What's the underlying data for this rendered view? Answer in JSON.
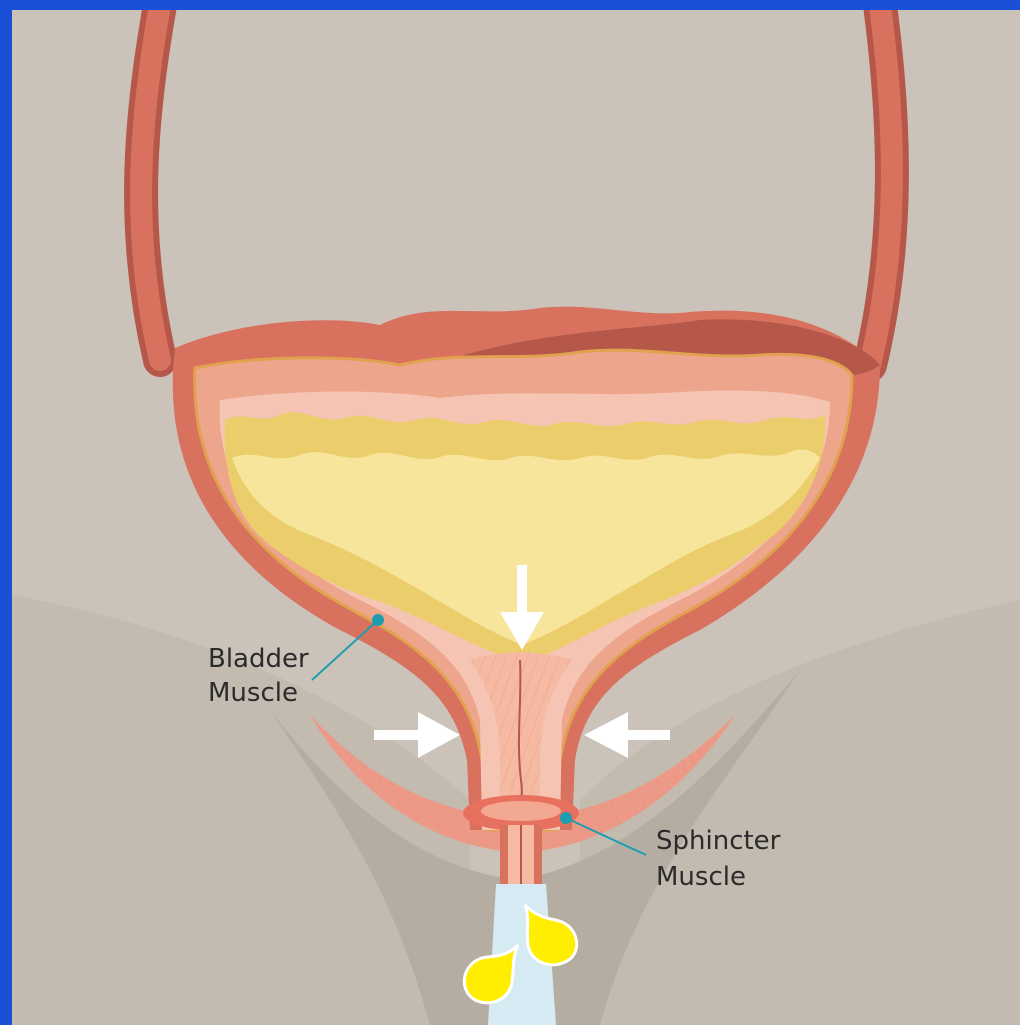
{
  "labels": {
    "bladder_muscle": [
      "Bladder",
      "Muscle"
    ],
    "sphincter_muscle": [
      "Sphincter",
      "Muscle"
    ]
  },
  "colors": {
    "frame_blue": "#1a4fd8",
    "background": "#cbc3b9",
    "pelvis_shadow": "#bab1a6",
    "bladder_wall": "#d8715e",
    "bladder_wall_dark": "#b5584a",
    "lining": "#eda58c",
    "lining_inner": "#f6c4b2",
    "urine_dark": "#ebcd6c",
    "urine_light": "#f6e59a",
    "leader_line": "#1f9db0",
    "arrow": "#ffffff",
    "drops": "#ffee00",
    "stream": "#d6eaf4"
  },
  "icons": [
    "down-arrow-icon",
    "right-arrow-icon",
    "left-arrow-icon",
    "urine-drop-icon"
  ]
}
